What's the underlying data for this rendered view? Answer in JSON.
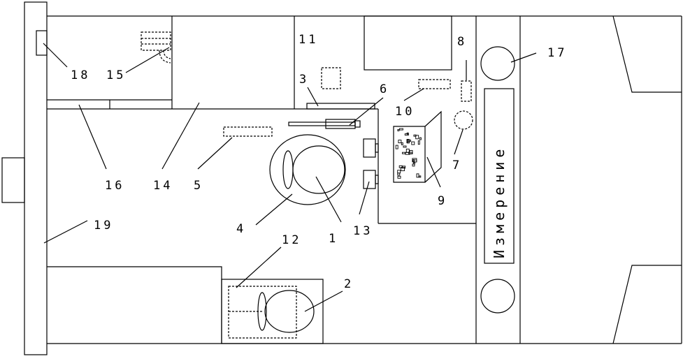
{
  "labels": {
    "l1": "1",
    "l2": "2",
    "l3": "3",
    "l4": "4",
    "l5": "5",
    "l6": "6",
    "l7": "7",
    "l8": "8",
    "l9": "9",
    "l10": "10",
    "l11": "11",
    "l12": "12",
    "l13": "13",
    "l14": "14",
    "l16": "16",
    "l17": "17",
    "l18": "18",
    "l15": "15",
    "l19": "19"
  },
  "display": {
    "word": "Измерение"
  }
}
